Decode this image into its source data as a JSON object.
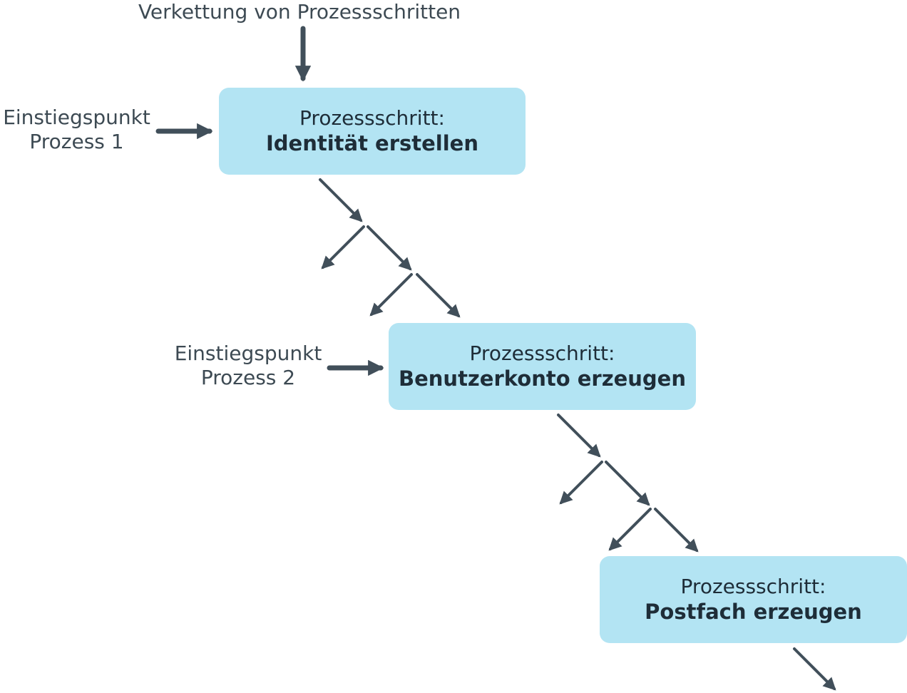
{
  "diagram": {
    "top_label": "Verkettung von Prozessschritten",
    "entry_points": [
      {
        "line1": "Einstiegspunkt",
        "line2": "Prozess 1"
      },
      {
        "line1": "Einstiegspunkt",
        "line2": "Prozess 2"
      }
    ],
    "steps": [
      {
        "kicker": "Prozessschritt:",
        "name": "Identität erstellen"
      },
      {
        "kicker": "Prozessschritt:",
        "name": "Benutzerkonto erzeugen"
      },
      {
        "kicker": "Prozessschritt:",
        "name": "Postfach erzeugen"
      }
    ]
  },
  "colors": {
    "box_fill": "#b3e4f3",
    "arrow": "#414f5a",
    "text": "#3d4a53",
    "box_text": "#1e2d38"
  }
}
